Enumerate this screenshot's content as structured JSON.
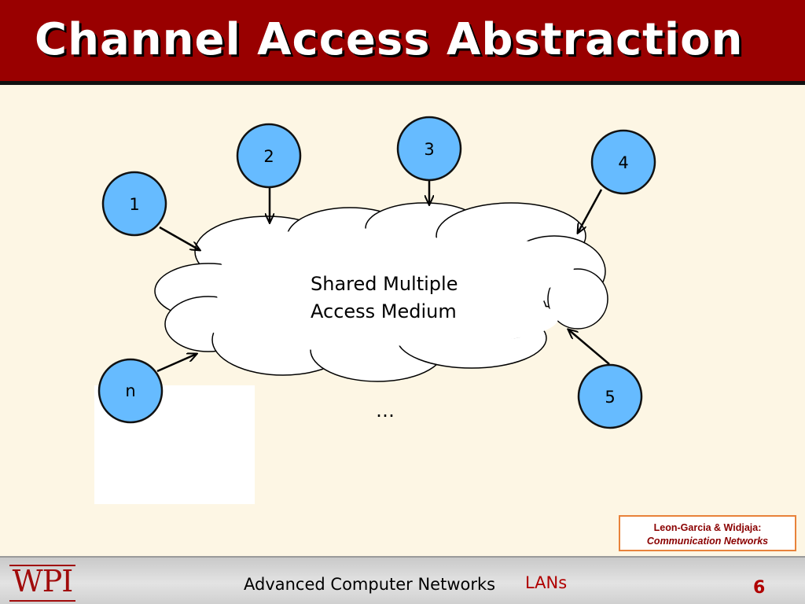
{
  "slide": {
    "title": "Channel Access Abstraction"
  },
  "diagram": {
    "cloud_label_line1": "Shared Multiple",
    "cloud_label_line2": "Access Medium",
    "ellipsis": "…",
    "nodes": [
      "1",
      "2",
      "3",
      "4",
      "5",
      "n"
    ],
    "node_fill": "#66bbff",
    "node_stroke": "#111111"
  },
  "citation": {
    "line1": "Leon-Garcia & Widjaja:",
    "line2": "Communication Networks"
  },
  "footer": {
    "logo": "WPI",
    "course": "Advanced Computer Networks",
    "topic": "LANs",
    "page_number": "6"
  },
  "colors": {
    "title_bar": "#990000",
    "background": "#fdf6e4",
    "accent_red": "#b00000",
    "citation_border": "#e8823a"
  }
}
